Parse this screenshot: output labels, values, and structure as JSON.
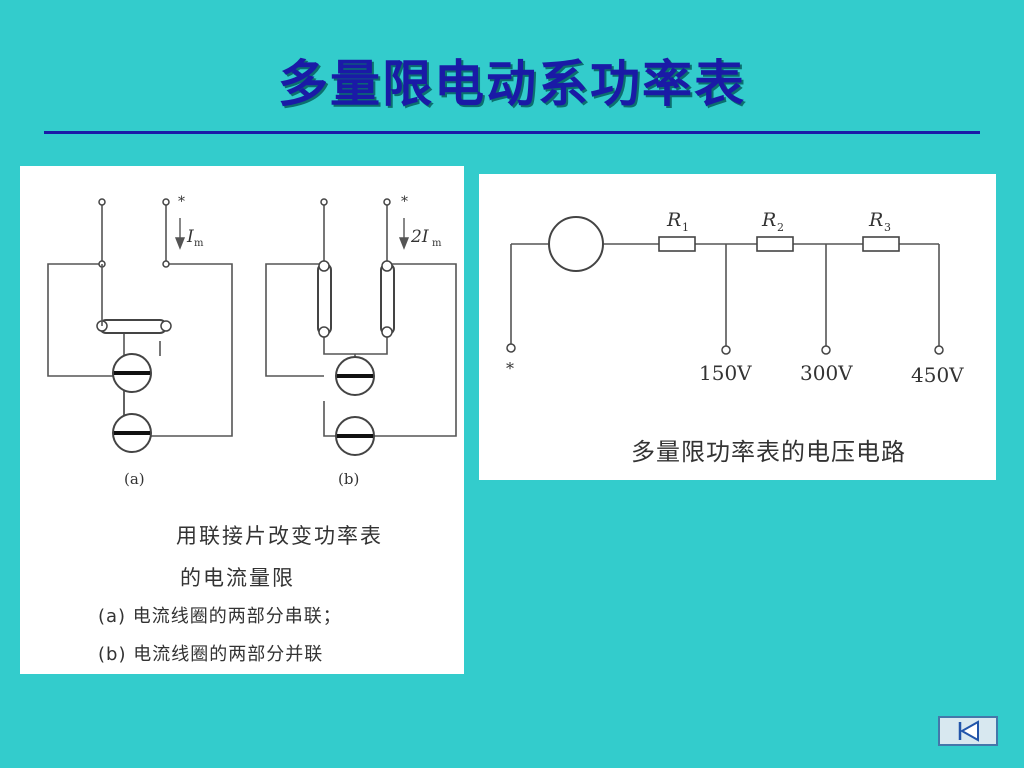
{
  "slide": {
    "title": "多量限电动系功率表"
  },
  "left_figure": {
    "star_a": "*",
    "star_b": "*",
    "current_a_main": "I",
    "current_a_sub": "m",
    "current_b_main": "2I",
    "current_b_sub": "m",
    "label_a": "(a)",
    "label_b": "(b)",
    "caption_line1": "用联接片改变功率表",
    "caption_line2": "的电流量限",
    "caption_line3": "(a) 电流线圈的两部分串联；",
    "caption_line4": "(b) 电流线圈的两部分并联"
  },
  "right_figure": {
    "r1_main": "R",
    "r1_sub": "1",
    "r2_main": "R",
    "r2_sub": "2",
    "r3_main": "R",
    "r3_sub": "3",
    "star": "*",
    "tap1": "150V",
    "tap2": "300V",
    "tap3": "450V",
    "caption": "多量限功率表的电压电路"
  },
  "nav": {
    "icon": "first-slide-icon"
  }
}
